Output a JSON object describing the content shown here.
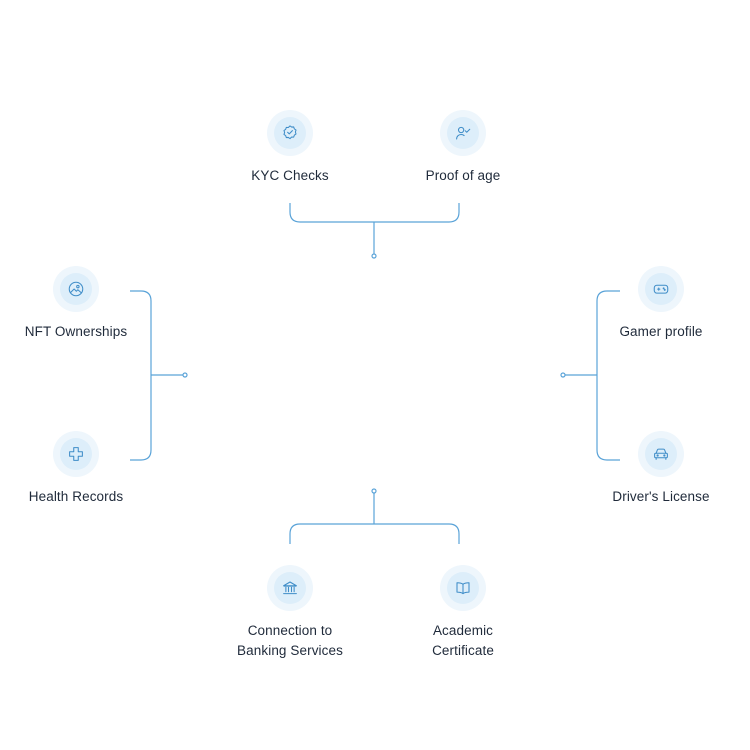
{
  "nodes": {
    "kyc": {
      "label": "KYC Checks",
      "icon": "badge-check-icon"
    },
    "age": {
      "label": "Proof of age",
      "icon": "user-check-icon"
    },
    "nft": {
      "label": "NFT Ownerships",
      "icon": "image-icon"
    },
    "health": {
      "label": "Health Records",
      "icon": "medical-cross-icon"
    },
    "gamer": {
      "label": "Gamer profile",
      "icon": "gamepad-icon"
    },
    "license": {
      "label": "Driver's License",
      "icon": "car-icon"
    },
    "banking": {
      "label_line1": "Connection to",
      "label_line2": "Banking Services",
      "icon": "bank-icon"
    },
    "academic": {
      "label_line1": "Academic",
      "label_line2": "Certificate",
      "icon": "book-icon"
    }
  },
  "colors": {
    "connector": "#5aa3d8",
    "icon": "#3f8dc8",
    "icon_ring": "#eef6fc",
    "icon_bg": "#ddeefa",
    "text": "#1f2a3a"
  }
}
